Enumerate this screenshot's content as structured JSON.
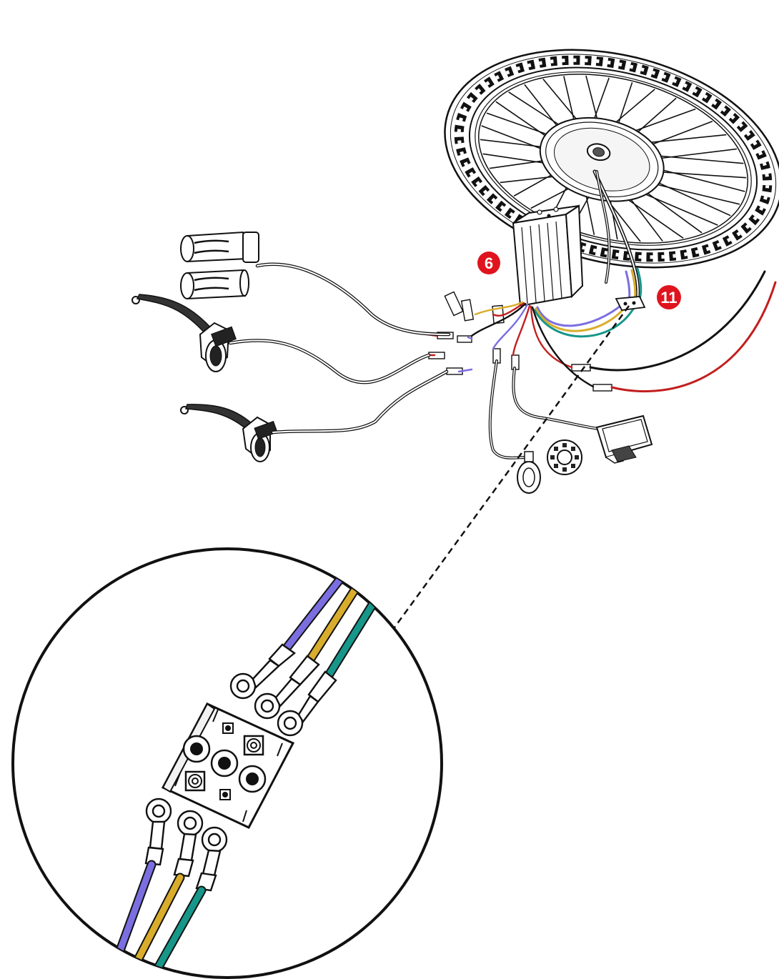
{
  "callouts": [
    {
      "number": "6"
    },
    {
      "number": "11"
    }
  ],
  "components": {
    "motor_wheel": "hub-motor-wheel",
    "controller": "controller-box",
    "throttle_grips": [
      "twist-throttle-grip",
      "plain-grip"
    ],
    "brake_levers": [
      "brake-lever-upper",
      "brake-lever-lower"
    ],
    "battery_leads": [
      "black-negative-lead",
      "red-positive-lead"
    ],
    "display": "lcd-display",
    "pas_sensor": "pedal-assist-sensor",
    "terminal_block": "phase-wire-terminal-block"
  },
  "colors": {
    "line": "#111111",
    "callout_red": "#e0141e",
    "phase_purple": "#7b6ee0",
    "phase_yellow": "#d9ad2b",
    "phase_green": "#17968a",
    "battery_red": "#c21f1f",
    "battery_black": "#111111",
    "cable_gray": "#b5b5b5"
  }
}
